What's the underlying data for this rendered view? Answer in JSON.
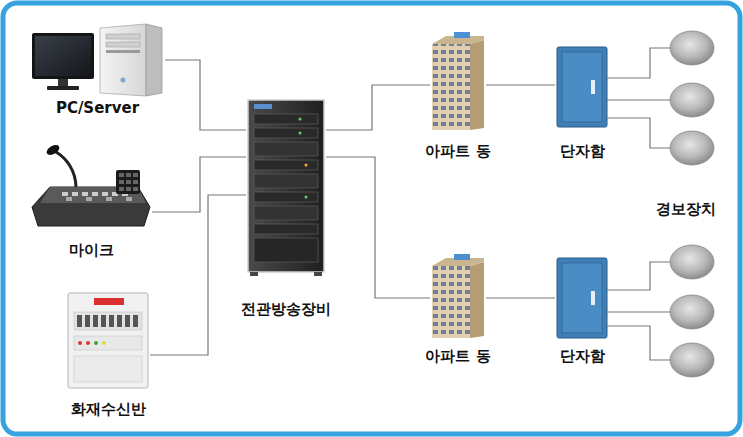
{
  "diagram": {
    "nodes": [
      {
        "text": [
          "PC/Server"
        ]
      },
      {
        "text": [
          "마이크"
        ]
      },
      {
        "text": [
          "화재수신반"
        ]
      },
      {
        "text": [
          "전관방송장비"
        ]
      },
      {
        "text": [
          "아파트 동"
        ]
      },
      {
        "text": [
          "단자함"
        ]
      },
      {
        "text": [
          "아파트 동"
        ]
      },
      {
        "text": [
          "단자함"
        ]
      }
    ],
    "edges": [
      {
        "from": 0,
        "to": 3,
        "arrow": "none"
      },
      {
        "from": 1,
        "to": 3,
        "arrow": "none"
      },
      {
        "from": 2,
        "to": 3,
        "arrow": "none"
      },
      {
        "from": 3,
        "to": 4,
        "arrow": "none"
      },
      {
        "from": 3,
        "to": 6,
        "arrow": "none"
      },
      {
        "from": 4,
        "to": 5,
        "arrow": "none"
      },
      {
        "from": 6,
        "to": 7,
        "arrow": "none"
      }
    ],
    "labels": [
      "경보장치"
    ]
  }
}
